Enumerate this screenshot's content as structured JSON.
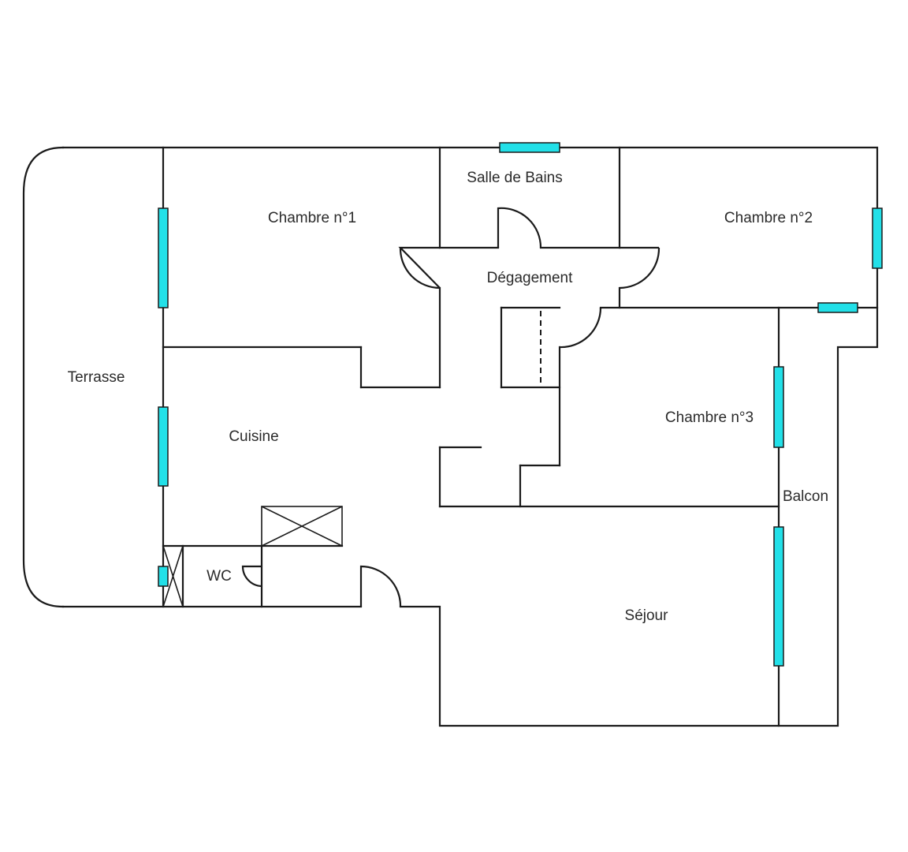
{
  "rooms": {
    "chambre1": "Chambre n°1",
    "salle_de_bains": "Salle de Bains",
    "chambre2": "Chambre n°2",
    "degagement": "Dégagement",
    "terrasse": "Terrasse",
    "cuisine": "Cuisine",
    "chambre3": "Chambre n°3",
    "balcon": "Balcon",
    "wc": "WC",
    "sejour": "Séjour"
  },
  "colors": {
    "window": "#22e0e8",
    "wall": "#1a1a1a",
    "background": "#ffffff"
  }
}
